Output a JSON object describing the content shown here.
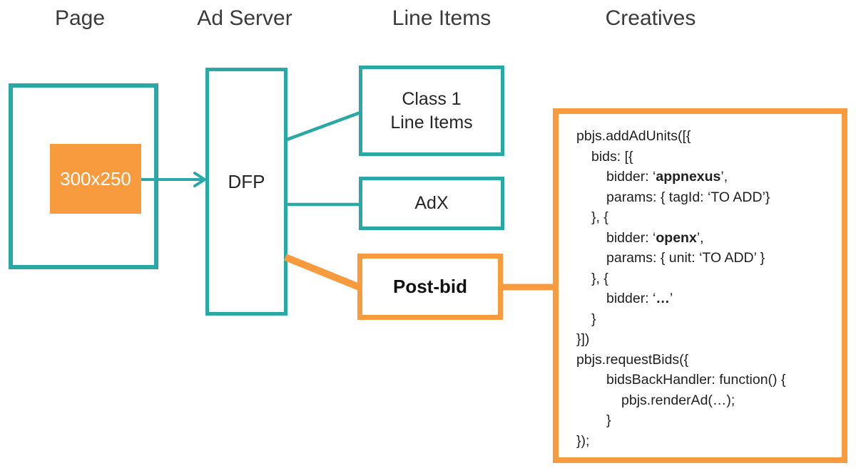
{
  "colors": {
    "teal": "#29A8A6",
    "orange": "#F89B3E",
    "heading": "#3B3B3B",
    "label": "#262626",
    "code": "#1F1F1F",
    "slot_text": "#FFFFFF",
    "background": "#FFFFFF"
  },
  "headers": {
    "page": "Page",
    "ad_server": "Ad Server",
    "line_items": "Line Items",
    "creatives": "Creatives"
  },
  "page": {
    "ad_slot_label": "300x250"
  },
  "ad_server": {
    "dfp_label": "DFP"
  },
  "line_items": {
    "class1_line1": "Class 1",
    "class1_line2": "Line Items",
    "adx_label": "AdX",
    "postbid_label": "Post-bid"
  },
  "creatives": {
    "code_lines": [
      {
        "indent": 0,
        "segments": [
          {
            "text": "pbjs.addAdUnits([{",
            "bold": false
          }
        ]
      },
      {
        "indent": 1,
        "segments": [
          {
            "text": "bids: [{",
            "bold": false
          }
        ]
      },
      {
        "indent": 2,
        "segments": [
          {
            "text": "bidder: ‘",
            "bold": false
          },
          {
            "text": "appnexus",
            "bold": true
          },
          {
            "text": "’,",
            "bold": false
          }
        ]
      },
      {
        "indent": 2,
        "segments": [
          {
            "text": "params: { tagId: ‘TO ADD’}",
            "bold": false
          }
        ]
      },
      {
        "indent": 1,
        "segments": [
          {
            "text": "}, {",
            "bold": false
          }
        ]
      },
      {
        "indent": 2,
        "segments": [
          {
            "text": "bidder: ‘",
            "bold": false
          },
          {
            "text": "openx",
            "bold": true
          },
          {
            "text": "’,",
            "bold": false
          }
        ]
      },
      {
        "indent": 2,
        "segments": [
          {
            "text": "params: { unit: ‘TO ADD’ }",
            "bold": false
          }
        ]
      },
      {
        "indent": 1,
        "segments": [
          {
            "text": "}, {",
            "bold": false
          }
        ]
      },
      {
        "indent": 2,
        "segments": [
          {
            "text": "bidder: ‘",
            "bold": false
          },
          {
            "text": "…",
            "bold": true
          },
          {
            "text": "’",
            "bold": false
          }
        ]
      },
      {
        "indent": 1,
        "segments": [
          {
            "text": "}",
            "bold": false
          }
        ]
      },
      {
        "indent": 0,
        "segments": [
          {
            "text": "}])",
            "bold": false
          }
        ]
      },
      {
        "indent": 0,
        "segments": [
          {
            "text": "pbjs.requestBids({",
            "bold": false
          }
        ]
      },
      {
        "indent": 2,
        "segments": [
          {
            "text": "bidsBackHandler: function() {",
            "bold": false
          }
        ]
      },
      {
        "indent": 3,
        "segments": [
          {
            "text": "pbjs.renderAd(…);",
            "bold": false
          }
        ]
      },
      {
        "indent": 2,
        "segments": [
          {
            "text": "}",
            "bold": false
          }
        ]
      },
      {
        "indent": 0,
        "segments": [
          {
            "text": "});",
            "bold": false
          }
        ]
      }
    ]
  }
}
